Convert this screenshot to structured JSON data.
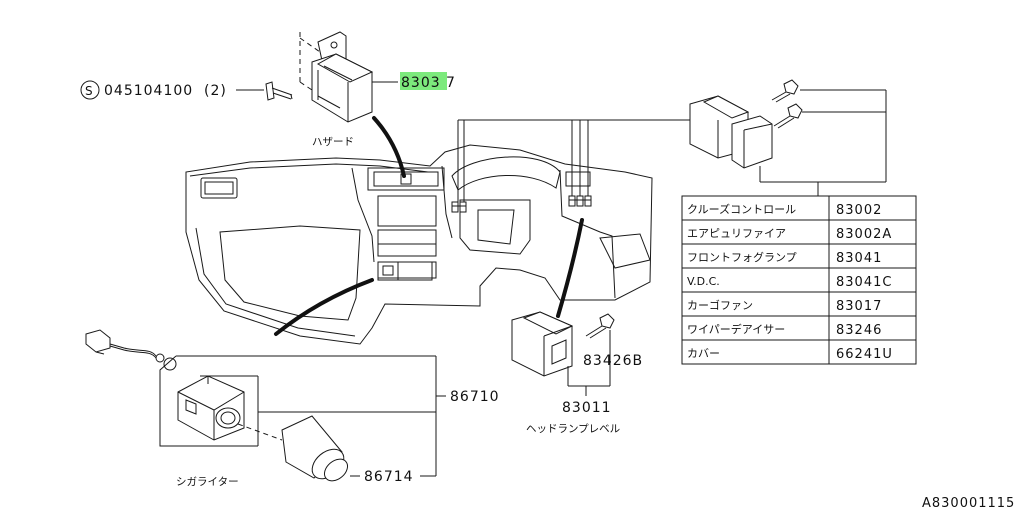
{
  "bolt_callout": {
    "symbol": "S",
    "part_number": "045104100",
    "quantity": "(2)"
  },
  "hazard_switch": {
    "part_number_highlighted": "8303",
    "part_number_rest": "7",
    "label": "ハザード"
  },
  "switch_table": {
    "rows": [
      {
        "name": "クルーズコントロール",
        "number": "83002"
      },
      {
        "name": "エアピュリファイア",
        "number": "83002A"
      },
      {
        "name": "フロントフォグランプ",
        "number": "83041"
      },
      {
        "name": "V.D.C.",
        "number": "83041C"
      },
      {
        "name": "カーゴファン",
        "number": "83017"
      },
      {
        "name": "ワイパーデアイサー",
        "number": "83246"
      },
      {
        "name": "カバー",
        "number": "66241U"
      }
    ]
  },
  "headlamp_level": {
    "sub_part": "83426B",
    "part_number": "83011",
    "label": "ヘッドランプレベル"
  },
  "cigar_lighter": {
    "part_assy": "86710",
    "part_plug": "86714",
    "label": "シガライター"
  },
  "figure_id": "A830001115",
  "colors": {
    "line": "#1a1a1a",
    "highlight": "#7dea7d"
  }
}
